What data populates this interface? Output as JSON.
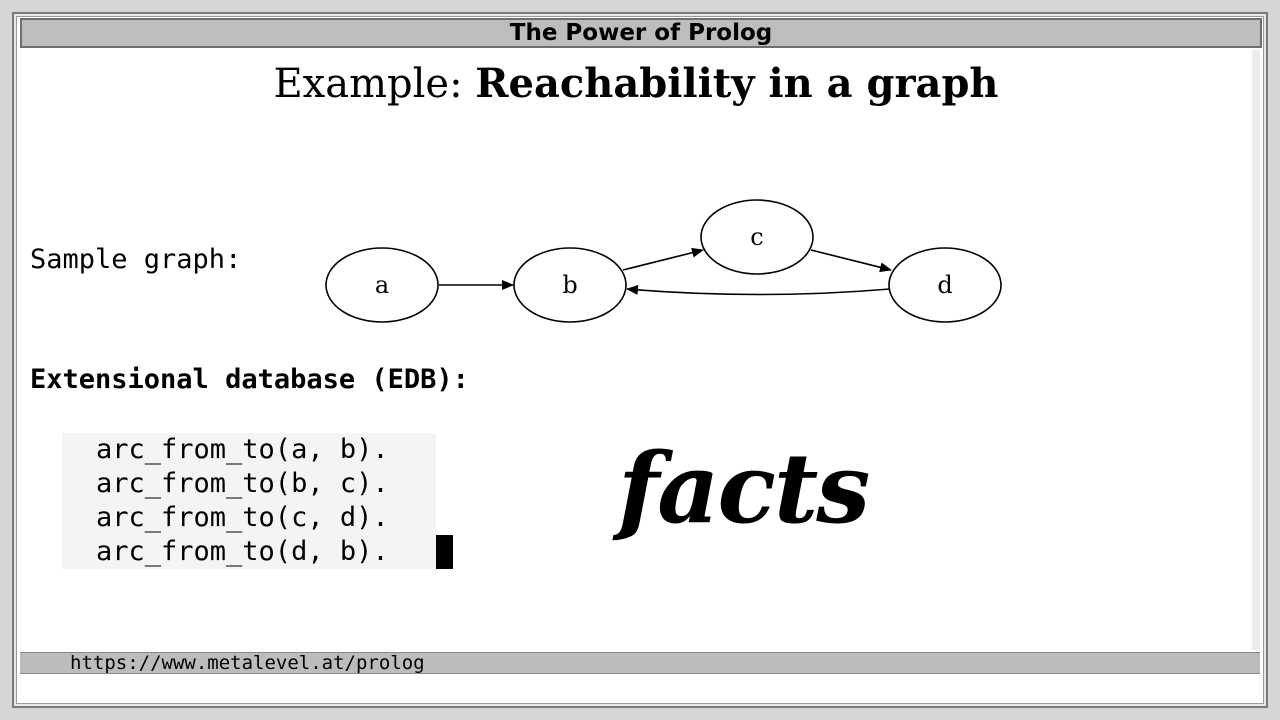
{
  "window": {
    "title": "The Power of Prolog"
  },
  "heading": {
    "lead": "Example:",
    "strong": "Reachability in a graph"
  },
  "sample_label": "Sample graph:",
  "graph": {
    "nodes": [
      "a",
      "b",
      "c",
      "d"
    ],
    "edges": [
      [
        "a",
        "b"
      ],
      [
        "b",
        "c"
      ],
      [
        "c",
        "d"
      ],
      [
        "d",
        "b"
      ]
    ]
  },
  "edb_label": "Extensional database (EDB):",
  "code_lines": [
    "arc_from_to(a, b).",
    "arc_from_to(b, c).",
    "arc_from_to(c, d).",
    "arc_from_to(d, b)."
  ],
  "big_word": "facts",
  "status": {
    "url": "https://www.metalevel.at/prolog"
  }
}
